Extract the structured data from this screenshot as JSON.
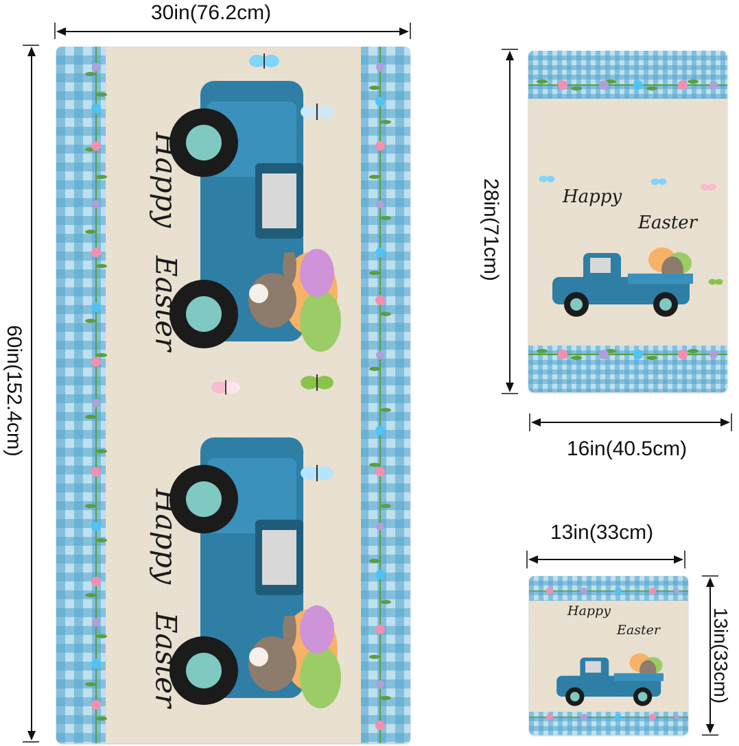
{
  "colors": {
    "gingham_light": "#bfe0ef",
    "gingham_dark": "#54a5cd",
    "linen": "#ece3d3",
    "truck": "#2f7ea5",
    "vine": "#5a9e3f",
    "flower_pink": "#f48fb1"
  },
  "runner": {
    "width_label": "30in(76.2cm)",
    "height_label": "60in(152.4cm)",
    "greeting_1": "Happy",
    "greeting_2": "Easter"
  },
  "mat": {
    "width_label": "16in(40.5cm)",
    "height_label": "28in(71cm)",
    "greeting_1": "Happy",
    "greeting_2": "Easter"
  },
  "square": {
    "width_label": "13in(33cm)",
    "height_label": "13in(33cm)",
    "greeting_1": "Happy",
    "greeting_2": "Easter"
  },
  "icons": [
    "truck-icon",
    "bunny-icon",
    "butterfly-icon",
    "flower-icon",
    "egg-icon"
  ]
}
